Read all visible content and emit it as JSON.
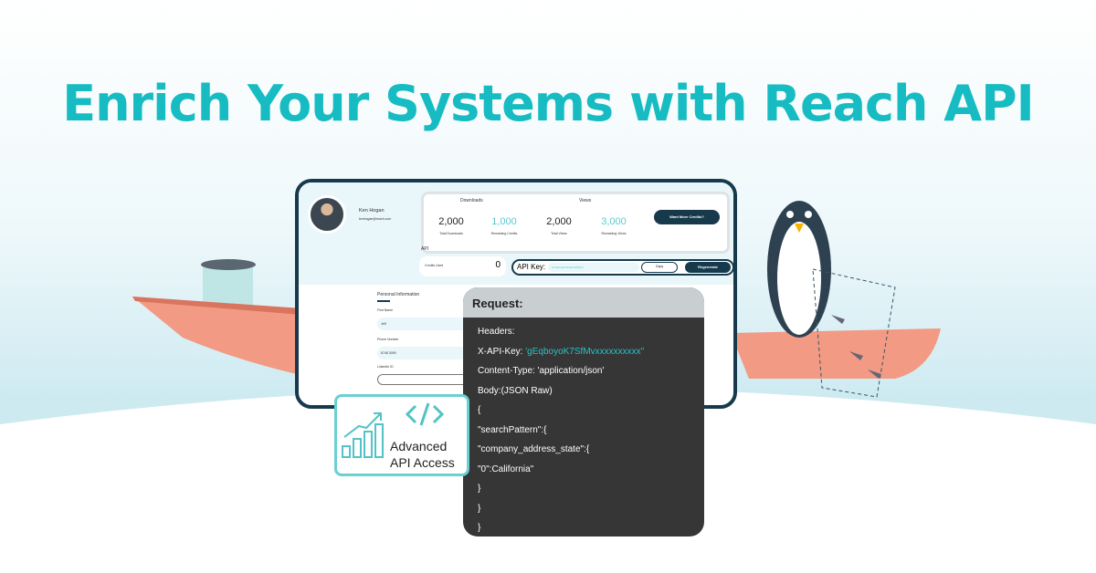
{
  "title": "Enrich Your Systems with Reach API",
  "colors": {
    "accent": "#16bcc2",
    "dark": "#163a4c",
    "panel": "#363636"
  },
  "profile": {
    "name": "Ken Hogan",
    "email": "kenhogan@reach.com"
  },
  "stats": {
    "downloads_label": "Downloads",
    "views_label": "Views",
    "items": [
      {
        "value": "2,000",
        "label": "Total Downloads"
      },
      {
        "value": "1,000",
        "label": "Remaining Credits"
      },
      {
        "value": "2,000",
        "label": "Total Views"
      },
      {
        "value": "3,000",
        "label": "Remaining Views"
      }
    ],
    "cta": "Want More Credits?"
  },
  "api": {
    "section": "API",
    "credits_label": "Credits Used",
    "credits_value": "0",
    "key_label": "API Key:",
    "key_value": "5cda0eda47d2afc4e8f4c3",
    "copy": "Copy",
    "regenerate": "Regenerate"
  },
  "personal": {
    "heading": "Personal Information",
    "first_name_label": "First Name",
    "first_name": "Jeff",
    "phone_label": "Phone Number",
    "phone": "6748 3099",
    "linkedin_label": "LinkedIn ID"
  },
  "request": {
    "title": "Request:",
    "lines": [
      "Headers:",
      "X-API-Key: ",
      "Content-Type: 'application/json'",
      "Body:(JSON Raw)",
      "{",
      "\"searchPattern\":{",
      "\"company_address_state\":{",
      "\"0\":California\"",
      "}",
      "}",
      "}"
    ],
    "api_key": "'gEqboyoK7SfMvxxxxxxxxxx\""
  },
  "card": {
    "line1": "Advanced",
    "line2": "API Access",
    "icon": "code-icon",
    "chart_icon": "bar-chart-growth-icon"
  }
}
